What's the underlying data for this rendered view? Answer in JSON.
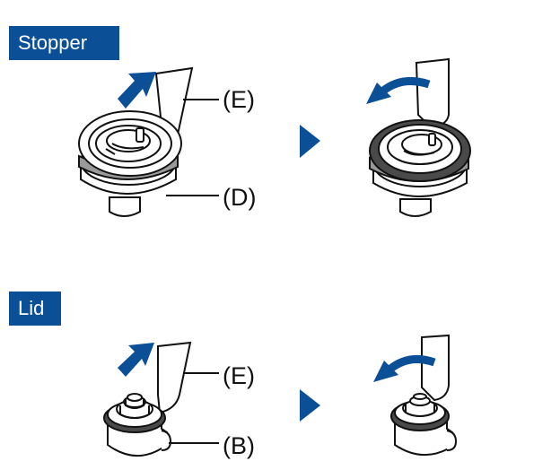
{
  "sections": [
    {
      "title": "Stopper",
      "callouts": [
        "(E)",
        "(D)"
      ]
    },
    {
      "title": "Lid",
      "callouts": [
        "(E)",
        "(B)"
      ]
    }
  ],
  "colors": {
    "accent": "#0b4f97",
    "line": "#111111",
    "part_fill": "#ffffff",
    "band": "#9a9a9a",
    "band_dark": "#4a4a4a"
  },
  "icons": [
    "up-arrow-icon",
    "rotate-left-arrow-icon",
    "next-step-triangle-icon"
  ]
}
